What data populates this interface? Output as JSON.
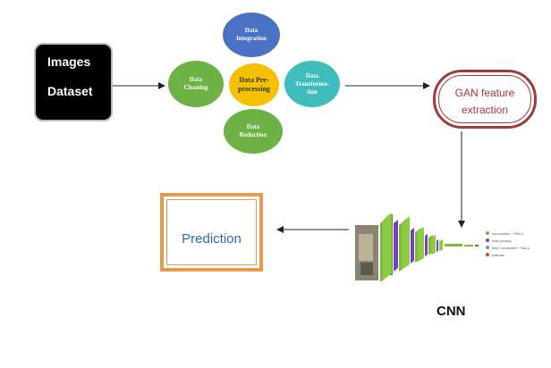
{
  "dataset": {
    "line1": "Images",
    "line2": "Dataset"
  },
  "preprocessing": {
    "center": "Data Pre-\nprocessing",
    "integration": "Data\nIntegration",
    "cleaning": "Data\nCleaning",
    "transformation": "Data\nTransforma-\ntion",
    "reduction": "Data\nReduction"
  },
  "gan": {
    "label": "GAN feature\nextraction"
  },
  "prediction": {
    "label": "Prediction"
  },
  "cnn": {
    "label": "CNN",
    "legend": [
      {
        "text": "convolution + ReLU",
        "color": "#6cb244"
      },
      {
        "text": "max pooling",
        "color": "#7b3fbf"
      },
      {
        "text": "fully Connected + ReLU",
        "color": "#6cb244"
      },
      {
        "text": "softmax",
        "color": "#d64040"
      }
    ]
  },
  "colors": {
    "dataset_bg": "#000000",
    "gan_border": "#a33a3a",
    "prediction_border": "#e49a50",
    "prediction_text": "#2d6aa8",
    "arrow": "#222222"
  }
}
